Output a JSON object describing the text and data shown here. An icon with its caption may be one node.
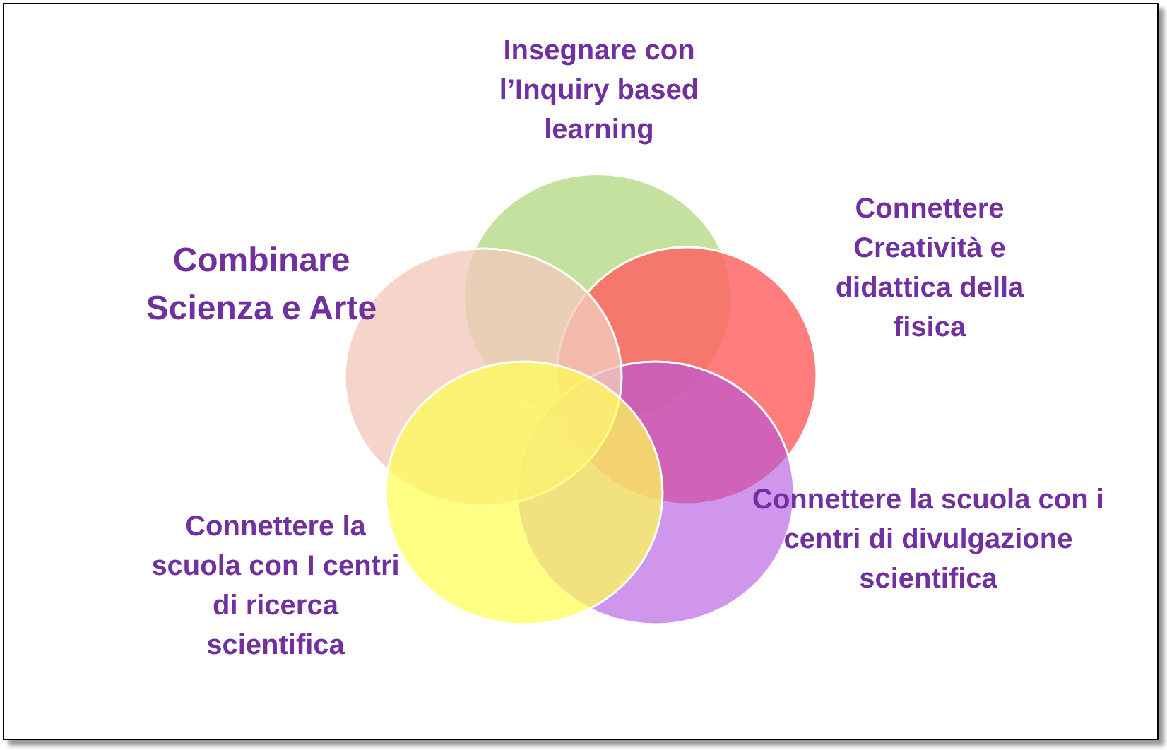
{
  "diagram": {
    "nodes": [
      {
        "text": [
          "Insegnare con l’Inquiry based learning"
        ]
      },
      {
        "text": [
          "Connettere Creatività e didattica della fisica"
        ]
      },
      {
        "text": [
          "Combinare Scienza e Arte"
        ]
      },
      {
        "text": [
          "Connettere la scuola con i centri di divulgazione scientifica"
        ]
      },
      {
        "text": [
          "Connettere la scuola con I centri di ricerca scientifica"
        ]
      }
    ]
  }
}
